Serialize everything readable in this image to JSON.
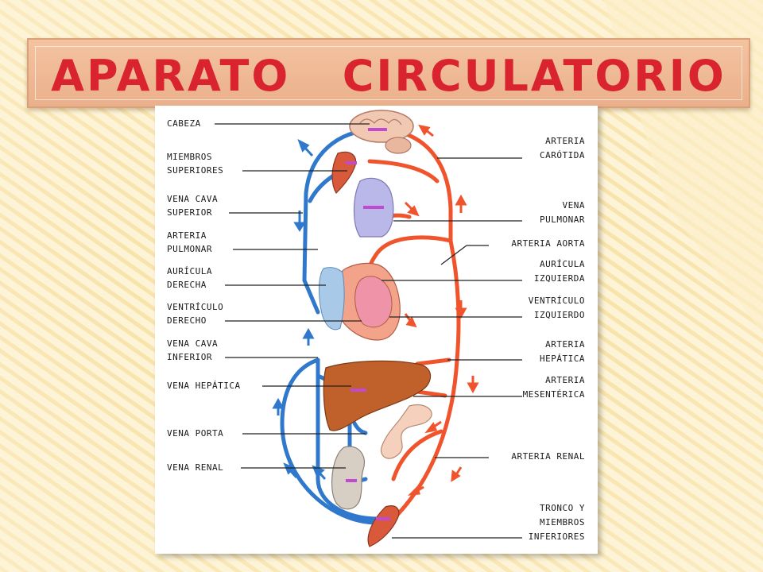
{
  "title": "APARATO   CIRCULATORIO",
  "colors": {
    "artery": "#f0542d",
    "vein": "#2f78cc",
    "title_text": "#d9232e",
    "title_box": "#f2bd98",
    "background": "#fdf3d6"
  },
  "labels_left": {
    "cabeza": "CABEZA",
    "miembros_superiores_1": "MIEMBROS",
    "miembros_superiores_2": "SUPERIORES",
    "vena_cava_superior_1": "VENA CAVA",
    "vena_cava_superior_2": "SUPERIOR",
    "arteria_pulmonar_1": "ARTERIA",
    "arteria_pulmonar_2": "PULMONAR",
    "auricula_derecha_1": "AURÍCULA",
    "auricula_derecha_2": "DERECHA",
    "ventriculo_derecho_1": "VENTRÍCULO",
    "ventriculo_derecho_2": "DERECHO",
    "vena_cava_inferior_1": "VENA CAVA",
    "vena_cava_inferior_2": "INFERIOR",
    "vena_hepatica": "VENA HEPÁTICA",
    "vena_porta": "VENA PORTA",
    "vena_renal": "VENA RENAL"
  },
  "labels_right": {
    "arteria_carotida_1": "ARTERIA",
    "arteria_carotida_2": "CARÓTIDA",
    "vena_pulmonar_1": "VENA",
    "vena_pulmonar_2": "PULMONAR",
    "arteria_aorta": "ARTERIA AORTA",
    "auricula_izquierda_1": "AURÍCULA",
    "auricula_izquierda_2": "IZQUIERDA",
    "ventriculo_izquierdo_1": "VENTRÍCULO",
    "ventriculo_izquierdo_2": "IZQUIERDO",
    "arteria_hepatica_1": "ARTERIA",
    "arteria_hepatica_2": "HEPÁTICA",
    "arteria_mesenterica_1": "ARTERIA",
    "arteria_mesenterica_2": "MESENTÉRICA",
    "arteria_renal": "ARTERIA RENAL",
    "tronco_1": "TRONCO Y",
    "tronco_2": "MIEMBROS",
    "tronco_3": "INFERIORES"
  }
}
